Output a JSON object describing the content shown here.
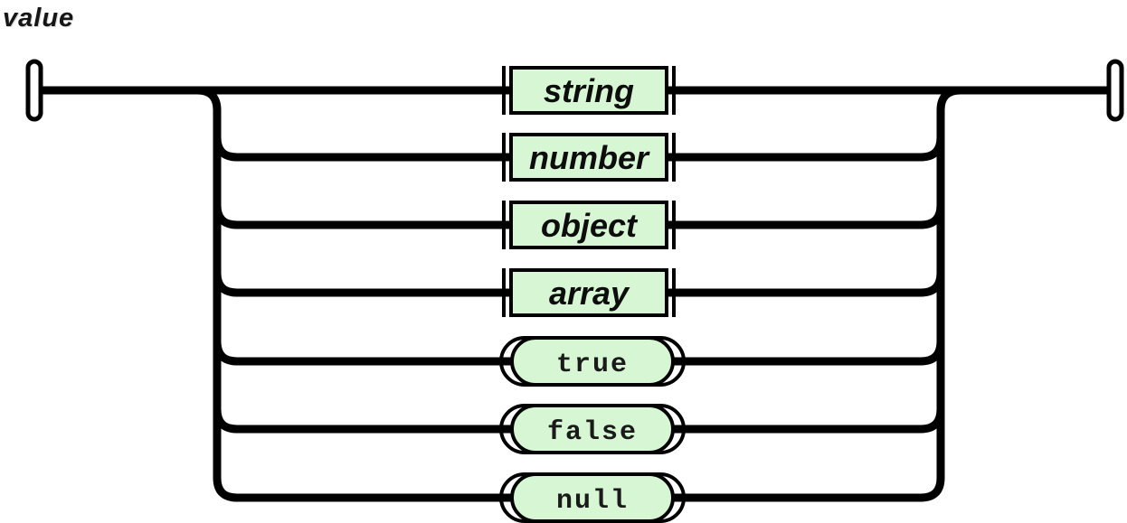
{
  "diagram": {
    "title": "value",
    "kind": "railroad-syntax-diagram",
    "alternatives": [
      {
        "label": "string",
        "type": "nonterminal"
      },
      {
        "label": "number",
        "type": "nonterminal"
      },
      {
        "label": "object",
        "type": "nonterminal"
      },
      {
        "label": "array",
        "type": "nonterminal"
      },
      {
        "label": "true",
        "type": "terminal"
      },
      {
        "label": "false",
        "type": "terminal"
      },
      {
        "label": "null",
        "type": "terminal"
      }
    ],
    "colors": {
      "node_fill": "#d7f6d3",
      "line": "#000000",
      "text": "#0d0d0d",
      "background": "#ffffff"
    }
  }
}
